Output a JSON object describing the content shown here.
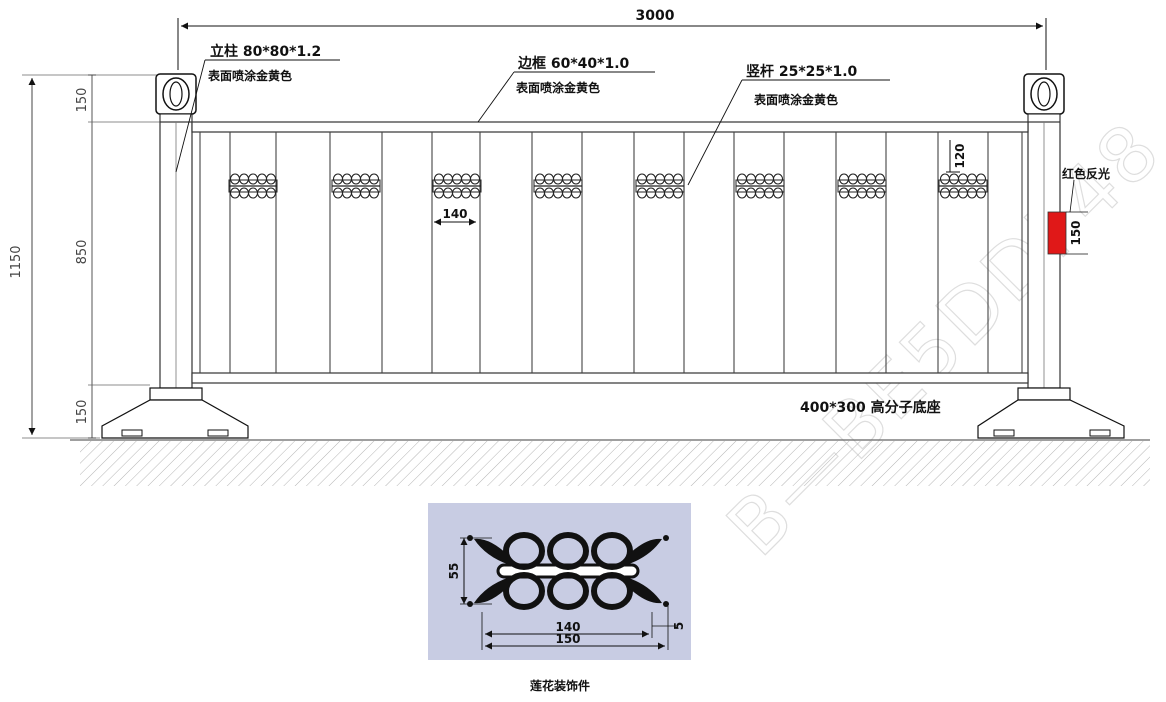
{
  "overall_width": "3000",
  "total_height": "1150",
  "post_label": "立柱 80*80*1.2",
  "post_finish": "表面喷涂金黄色",
  "frame_label": "边框 60*40*1.0",
  "frame_finish": "表面喷涂金黄色",
  "bar_label": "竖杆 25*25*1.0",
  "bar_finish": "表面喷涂金黄色",
  "dim_top": "150",
  "dim_middle": "850",
  "dim_bottom": "150",
  "bar_spacing": "140",
  "ornament_height_dim": "120",
  "reflector_label": "红色反光",
  "reflector_dim": "150",
  "reflector_color": "#e01818",
  "base_label": "400*300 高分子底座",
  "detail_height_dim": "55",
  "detail_inner_width": "140",
  "detail_outer_width": "150",
  "detail_thickness": "5",
  "detail_bg_color": "#c8cce3",
  "detail_caption": "莲花装饰件"
}
